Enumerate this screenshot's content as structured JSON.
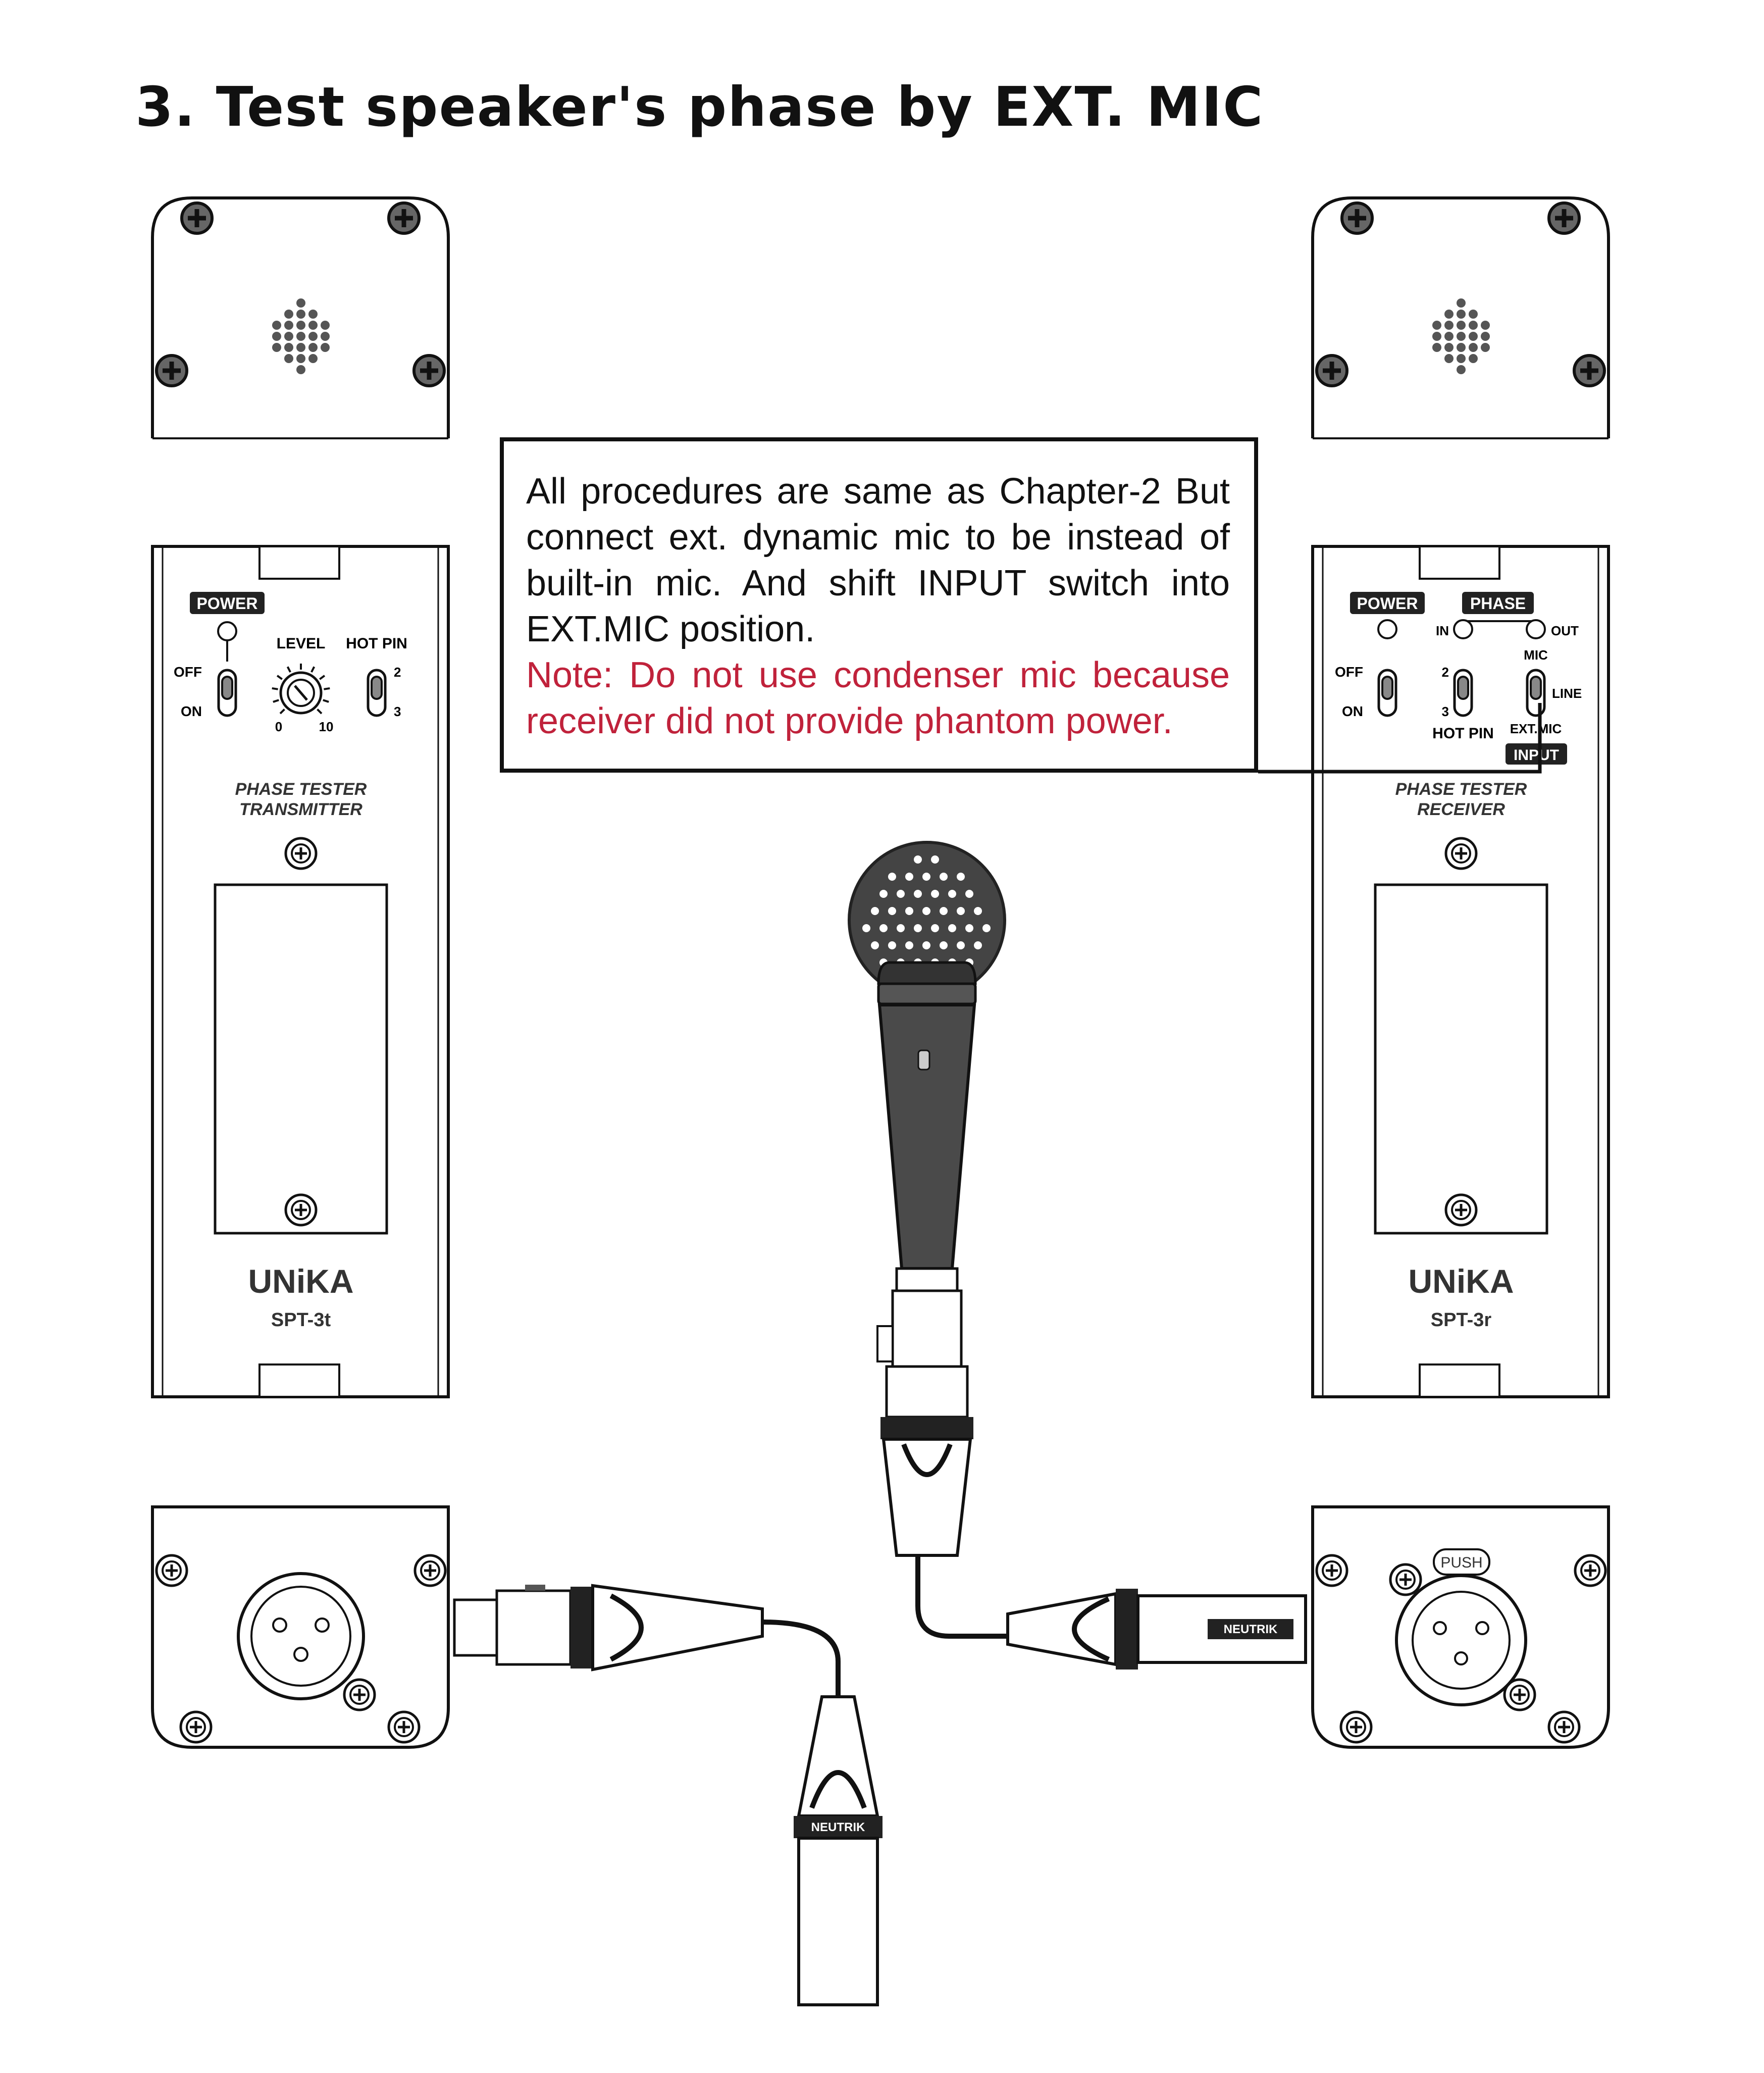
{
  "heading": "3. Test speaker's phase by EXT. MIC",
  "note": {
    "lines": [
      "All procedures are same as Chapter-2 But",
      "connect ext. dynamic mic to be instead of",
      "built-in mic. And shift INPUT switch into",
      "EXT.MIC position."
    ],
    "warning_lines": [
      "Note: Do not use condenser mic because",
      "receiver did not provide phantom power."
    ],
    "warning_color": "#c0223b"
  },
  "transmitter": {
    "power": "POWER",
    "off": "OFF",
    "on": "ON",
    "level": "LEVEL",
    "level_min": "0",
    "level_max": "10",
    "hot_pin": "HOT PIN",
    "pin2": "2",
    "pin3": "3",
    "title_line1": "PHASE TESTER",
    "title_line2": "TRANSMITTER",
    "brand": "UNiKA",
    "model": "SPT-3t"
  },
  "receiver": {
    "power": "POWER",
    "phase": "PHASE",
    "in": "IN",
    "out": "OUT",
    "off": "OFF",
    "on": "ON",
    "pin2": "2",
    "pin3": "3",
    "hot_pin": "HOT PIN",
    "mic": "MIC",
    "line": "LINE",
    "ext_mic": "EXT.MIC",
    "input": "INPUT",
    "title_line1": "PHASE TESTER",
    "title_line2": "RECEIVER",
    "brand": "UNiKA",
    "model": "SPT-3r",
    "push": "PUSH"
  },
  "connector_brand": "NEUTRIK"
}
